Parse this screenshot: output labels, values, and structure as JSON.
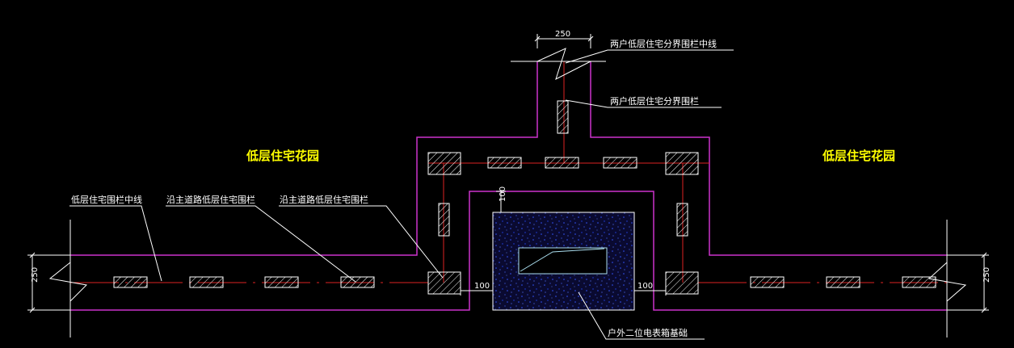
{
  "colors": {
    "background": "#000000",
    "wall_outline": "#cc33cc",
    "centerline": "#dd2222",
    "leader": "#ffffff",
    "title_text": "#ffff00",
    "footing_fill": "#0a0a30",
    "footing_speckle": "#3355ff",
    "hatch": "#ffffff",
    "window": "#aaddee"
  },
  "titles": {
    "garden_left": "低层住宅花园",
    "garden_right": "低层住宅花园"
  },
  "labels": {
    "boundary_centerline": "两户低层住宅分界围栏中线",
    "boundary_fence": "两户低层住宅分界围栏",
    "fence_centerline": "低层住宅围栏中线",
    "road_fence_1": "沿主道路低层住宅围栏",
    "road_fence_2": "沿主道路低层住宅围栏",
    "meter_box_base": "户外二位电表箱基础"
  },
  "dimensions": {
    "top_width": "250",
    "left_width": "250",
    "right_width": "250",
    "gap_left": "100",
    "gap_right": "100",
    "gap_top": "100"
  }
}
